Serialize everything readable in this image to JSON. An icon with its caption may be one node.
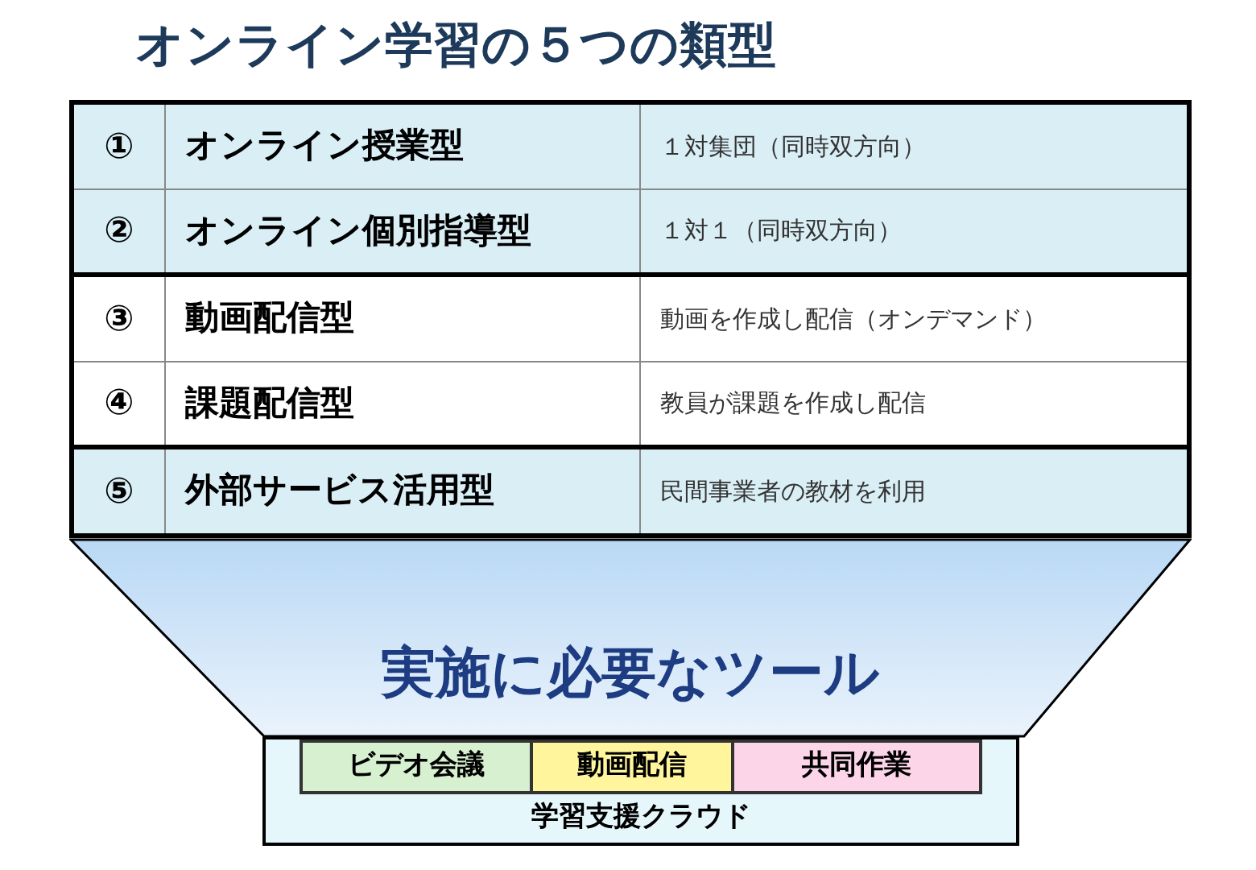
{
  "diagram": {
    "title": "オンライン学習の５つの類型",
    "nodes": [
      {
        "text": [
          "実施に必要なツール"
        ]
      },
      {
        "text": [
          "学習支援クラウド"
        ]
      },
      {
        "text": [
          "ビデオ会議"
        ],
        "in": 1
      },
      {
        "text": [
          "動画配信"
        ],
        "in": 1
      },
      {
        "text": [
          "共同作業"
        ],
        "in": 1
      }
    ],
    "labels": [
      "①",
      "オンライン授業型",
      "１対集団（同時双方向）",
      "②",
      "オンライン個別指導型",
      "１対１（同時双方向）",
      "③",
      "動画配信型",
      "動画を作成し配信（オンデマンド）",
      "④",
      "課題配信型",
      "教員が課題を作成し配信",
      "⑤",
      "外部サービス活用型",
      "民間事業者の教材を利用"
    ]
  }
}
